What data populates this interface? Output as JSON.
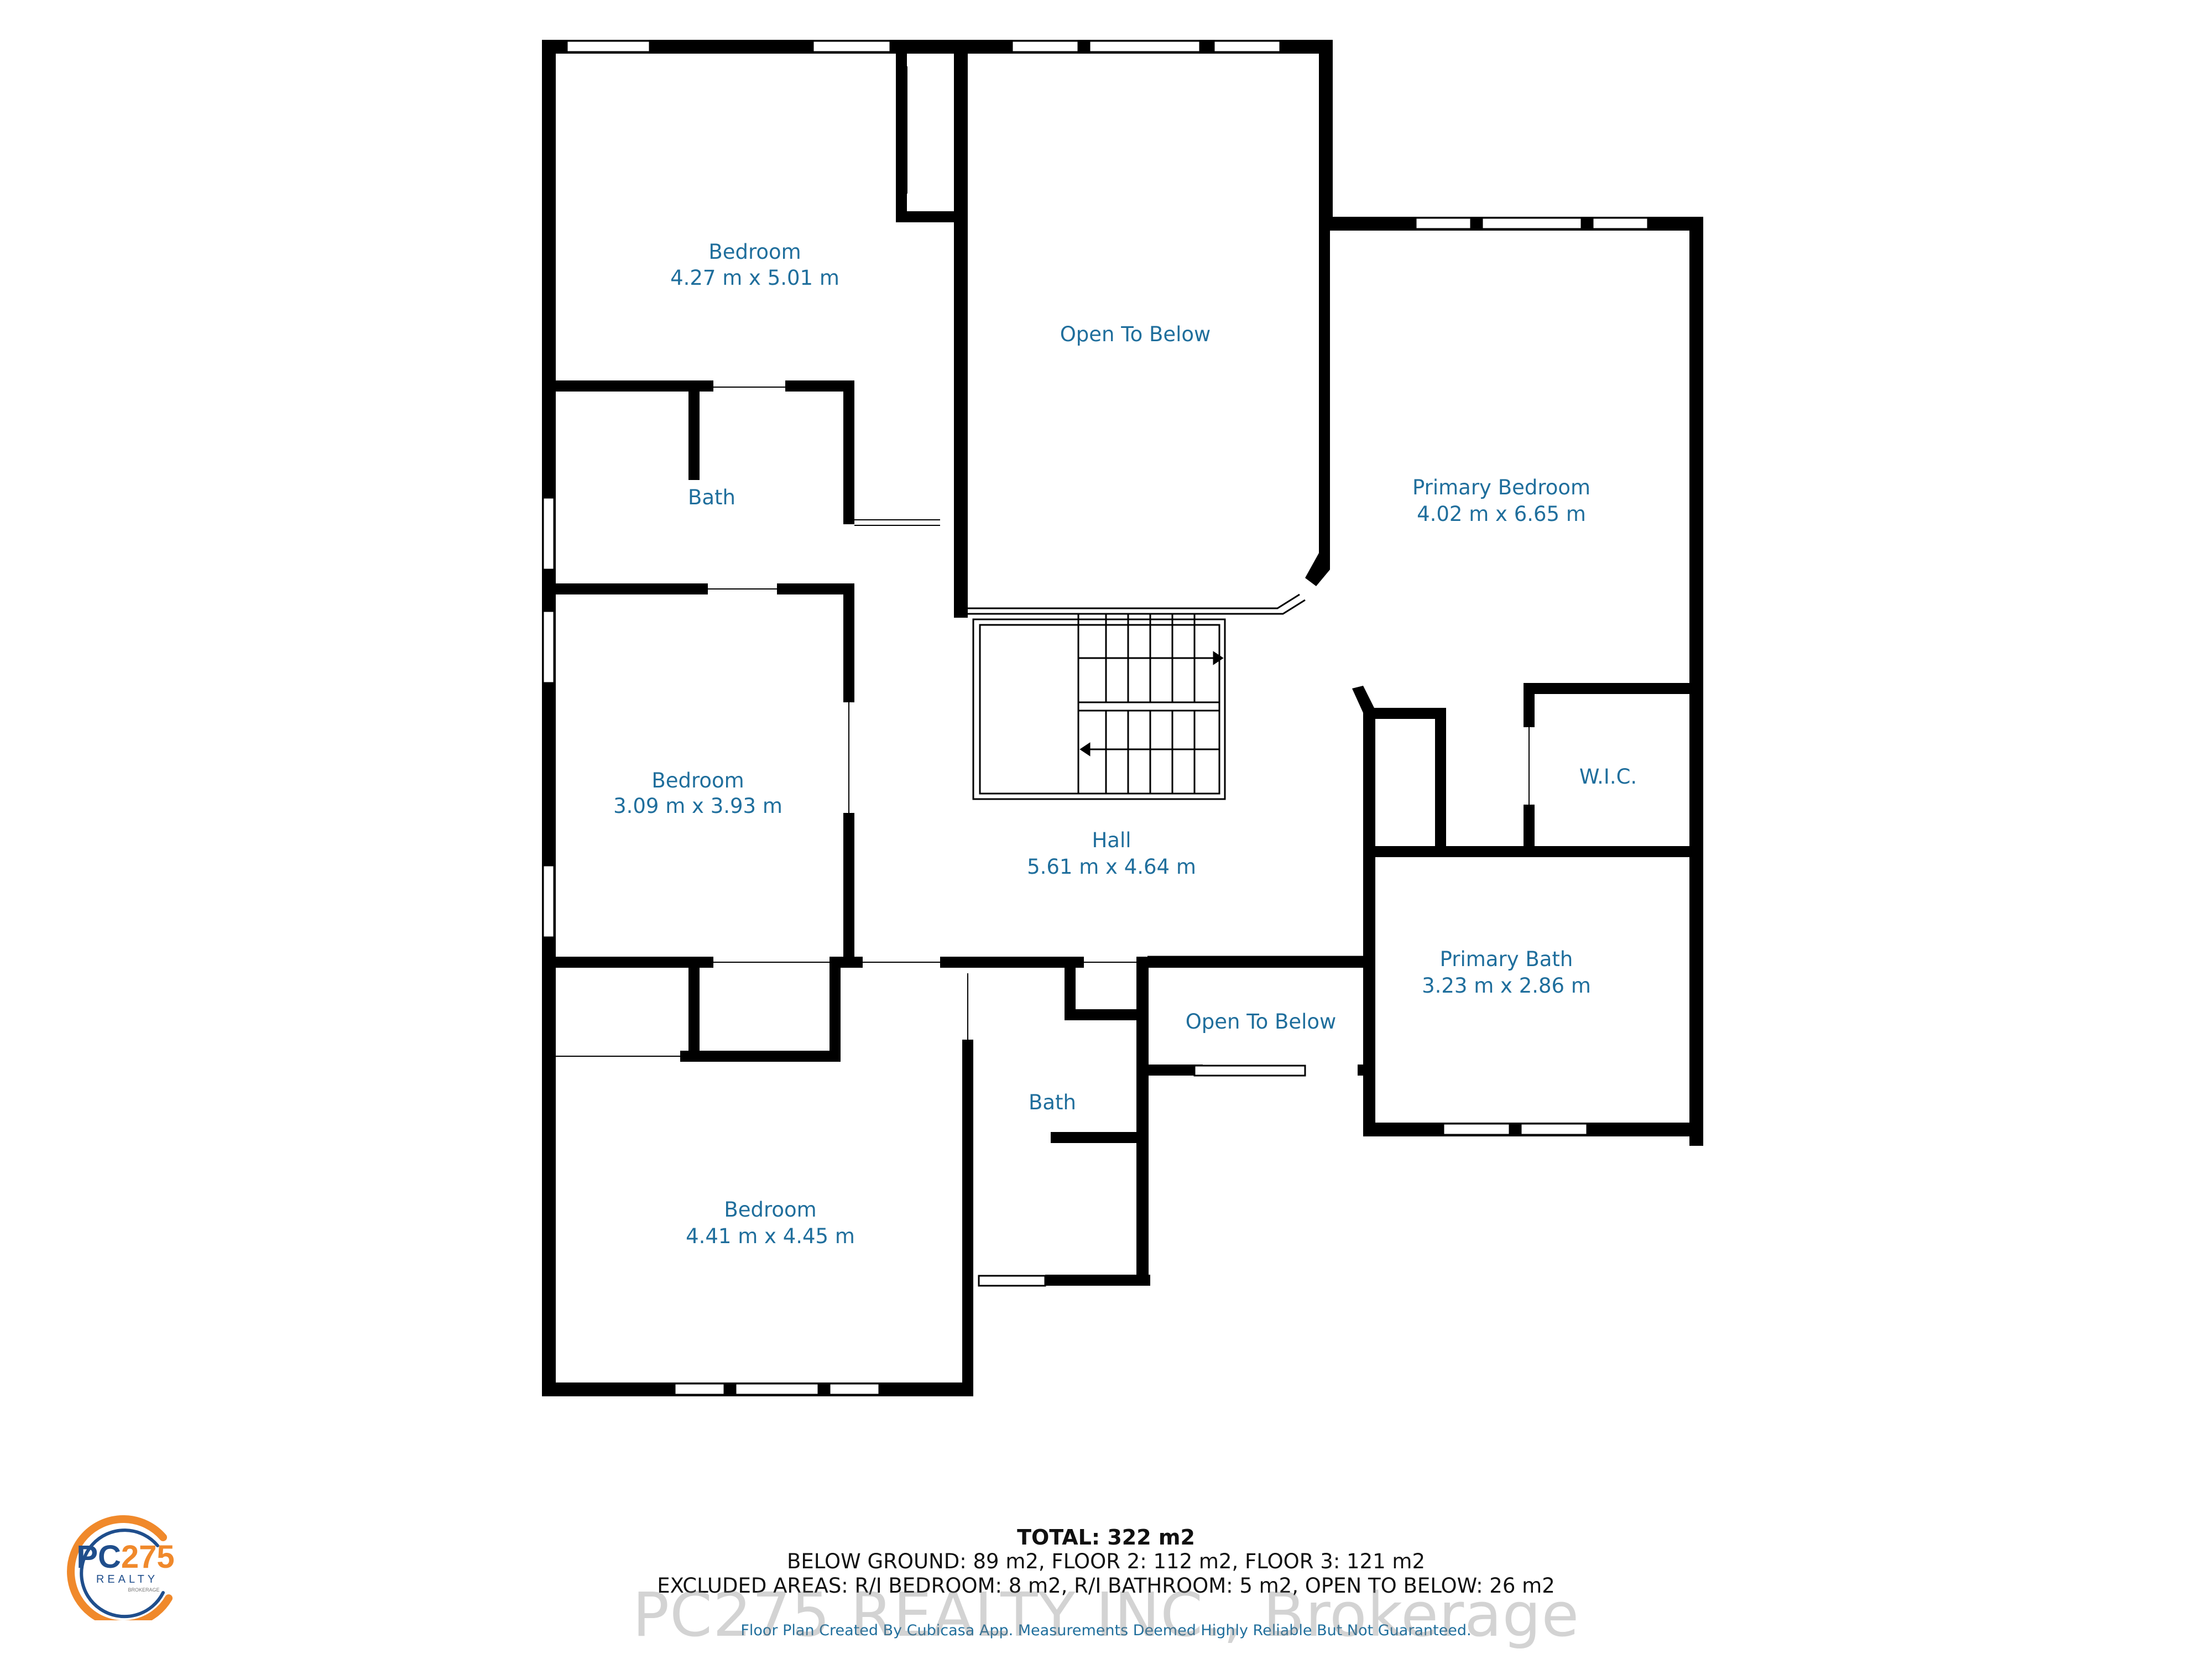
{
  "rooms": {
    "bedroom1": {
      "name": "Bedroom",
      "size": "4.27 m x 5.01 m"
    },
    "open_to_below_top": {
      "name": "Open To Below"
    },
    "primary_bedroom": {
      "name": "Primary Bedroom",
      "size": "4.02 m x 6.65 m"
    },
    "bath1": {
      "name": "Bath"
    },
    "bedroom2": {
      "name": "Bedroom",
      "size": "3.09 m x 3.93 m"
    },
    "hall": {
      "name": "Hall",
      "size": "5.61 m x 4.64 m"
    },
    "wic": {
      "name": "W.I.C."
    },
    "primary_bath": {
      "name": "Primary Bath",
      "size": "3.23 m x 2.86 m"
    },
    "open_to_below_small": {
      "name": "Open To Below"
    },
    "bath2": {
      "name": "Bath"
    },
    "bedroom3": {
      "name": "Bedroom",
      "size": "4.41 m x 4.45 m"
    }
  },
  "summary": {
    "total": "TOTAL: 322 m2",
    "line1": "BELOW GROUND: 89 m2, FLOOR 2: 112 m2, FLOOR 3: 121 m2",
    "line2": "EXCLUDED AREAS: R/I BEDROOM: 8 m2, R/I BATHROOM: 5 m2, OPEN TO BELOW: 26 m2",
    "credit": "Floor Plan Created By Cubicasa App. Measurements Deemed Highly Reliable But Not Guaranteed."
  },
  "watermark": "PC275 REALTY INC., Brokerage",
  "logo": {
    "main": "PC275",
    "sub": "REALTY",
    "tiny": "BROKERAGE",
    "colors": {
      "orange": "#f0892b",
      "blue": "#1f4e8c"
    }
  },
  "colors": {
    "label": "#1f6e9c",
    "wall": "#000000"
  }
}
